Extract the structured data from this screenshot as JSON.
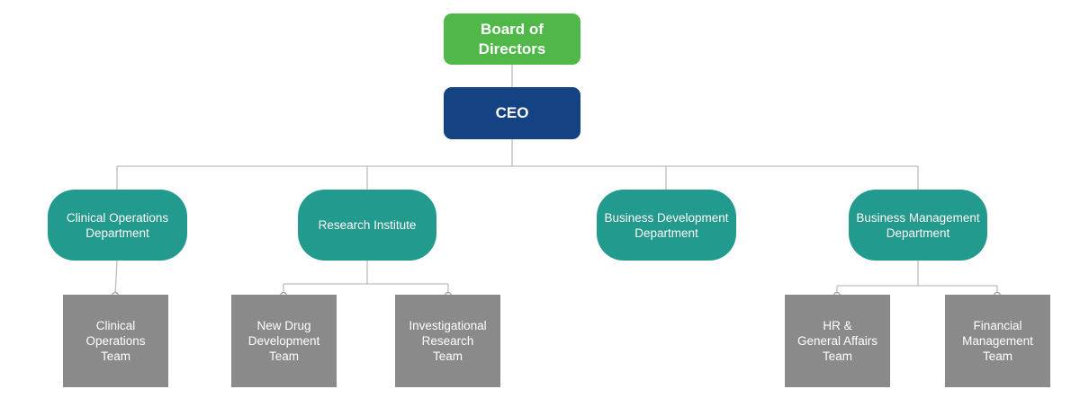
{
  "colors": {
    "board": "#4fb848",
    "ceo": "#154283",
    "department": "#239a8e",
    "team": "#8a8a8a",
    "connector": "#bdbdbd",
    "connector_dot_fill": "#ffffff",
    "connector_dot_stroke": "#9e9e9e"
  },
  "org": {
    "board": {
      "label": "Board of\nDirectors"
    },
    "ceo": {
      "label": "CEO"
    },
    "departments": [
      {
        "label": "Clinical Operations\nDepartment",
        "teams": [
          {
            "label": "Clinical\nOperations\nTeam"
          }
        ]
      },
      {
        "label": "Research Institute",
        "teams": [
          {
            "label": "New Drug\nDevelopment\nTeam"
          },
          {
            "label": "Investigational\nResearch\nTeam"
          }
        ]
      },
      {
        "label": "Business Development\nDepartment",
        "teams": []
      },
      {
        "label": "Business Management\nDepartment",
        "teams": [
          {
            "label": "HR &\nGeneral Affairs\nTeam"
          },
          {
            "label": "Financial\nManagement\nTeam"
          }
        ]
      }
    ]
  }
}
